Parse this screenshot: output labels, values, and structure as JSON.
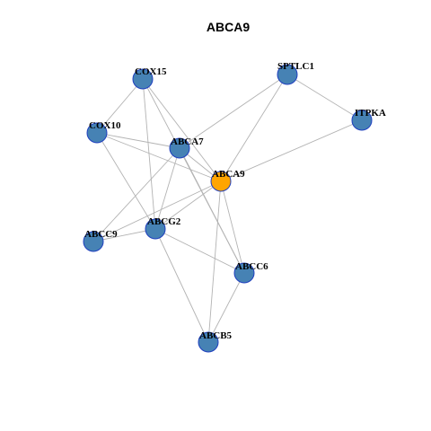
{
  "title": "ABCA9",
  "colors": {
    "default_node": "#4682b4",
    "center_node": "#ffa500",
    "node_border": "#1f3fbf",
    "edge": "#b3b3b3"
  },
  "nodes": [
    {
      "id": "COX15",
      "label": "COX15",
      "center": false
    },
    {
      "id": "SPTLC1",
      "label": "SPTLC1",
      "center": false
    },
    {
      "id": "ITPKA",
      "label": "ITPKA",
      "center": false
    },
    {
      "id": "COX10",
      "label": "COX10",
      "center": false
    },
    {
      "id": "ABCA7",
      "label": "ABCA7",
      "center": false
    },
    {
      "id": "ABCA9",
      "label": "ABCA9",
      "center": true
    },
    {
      "id": "ABCG2",
      "label": "ABCG2",
      "center": false
    },
    {
      "id": "ABCC9",
      "label": "ABCC9",
      "center": false
    },
    {
      "id": "ABCC6",
      "label": "ABCC6",
      "center": false
    },
    {
      "id": "ABCB5",
      "label": "ABCB5",
      "center": false
    }
  ],
  "edges": [
    [
      "COX15",
      "COX10"
    ],
    [
      "COX15",
      "ABCA9"
    ],
    [
      "COX15",
      "ABCG2"
    ],
    [
      "COX15",
      "ABCC6"
    ],
    [
      "COX10",
      "ABCA7"
    ],
    [
      "COX10",
      "ABCA9"
    ],
    [
      "COX10",
      "ABCG2"
    ],
    [
      "SPTLC1",
      "ITPKA"
    ],
    [
      "SPTLC1",
      "ABCA7"
    ],
    [
      "SPTLC1",
      "ABCA9"
    ],
    [
      "ITPKA",
      "ABCA9"
    ],
    [
      "ABCA7",
      "ABCA9"
    ],
    [
      "ABCA7",
      "ABCC9"
    ],
    [
      "ABCA7",
      "ABCG2"
    ],
    [
      "ABCA7",
      "ABCC6"
    ],
    [
      "ABCA9",
      "ABCG2"
    ],
    [
      "ABCA9",
      "ABCC9"
    ],
    [
      "ABCA9",
      "ABCC6"
    ],
    [
      "ABCA9",
      "ABCB5"
    ],
    [
      "ABCG2",
      "ABCC9"
    ],
    [
      "ABCG2",
      "ABCC6"
    ],
    [
      "ABCG2",
      "ABCB5"
    ],
    [
      "ABCC6",
      "ABCB5"
    ]
  ]
}
